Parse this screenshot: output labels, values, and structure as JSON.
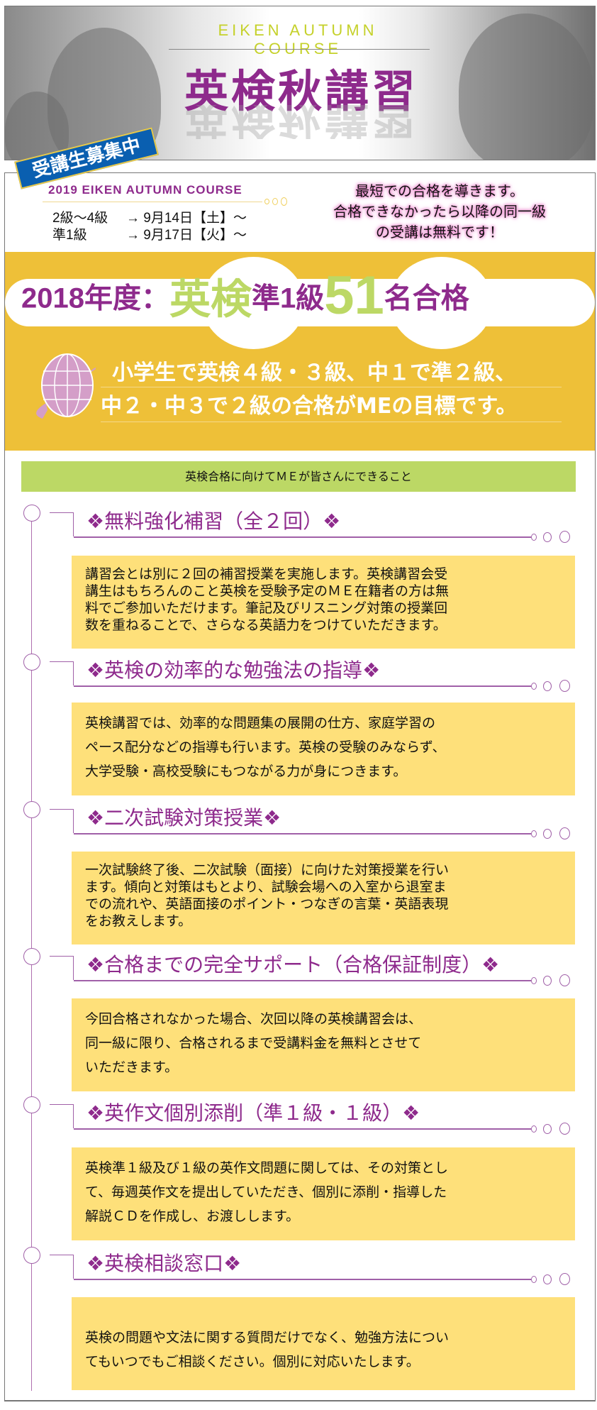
{
  "hero": {
    "subtitle": "EIKEN AUTUMN COURSE",
    "title": "英検秋講習",
    "badge": "受講生募集中"
  },
  "course": {
    "label": "2019 EIKEN AUTUMN COURSE",
    "dates": [
      {
        "grade": "2級～4級",
        "date": "→ 9月14日【土】～"
      },
      {
        "grade": "準1級",
        "date": "→ 9月17日【火】～"
      }
    ]
  },
  "promo": {
    "lines": [
      "最短での合格を導きます。",
      "合格できなかったら以降の同一級",
      "の受講は無料です！"
    ]
  },
  "headline": {
    "year": "2018年度：",
    "eiken": "英検",
    "grade": "準1級",
    "count": "51",
    "suffix": "名合格"
  },
  "goal": {
    "line1": "小学生で英検４級・３級、中１で準２級、",
    "line2": "中２・中３で２級の合格がMEの目標です。"
  },
  "banner": "英検合格に向けてＭＥが皆さんにできること",
  "sections": [
    {
      "title": "❖無料強化補習（全２回）❖",
      "body": [
        "講習会とは別に２回の補習授業を実施します。英検講習会受",
        "講生はもちろんのこと英検を受験予定のＭＥ在籍者の方は無",
        "料でご参加いただけます。筆記及びリスニング対策の授業回",
        "数を重ねることで、さらなる英語力をつけていただきます。"
      ]
    },
    {
      "title": "❖英検の効率的な勉強法の指導❖",
      "body": [
        "英検講習では、効率的な問題集の展開の仕方、家庭学習の",
        "ペース配分などの指導も行います。英検の受験のみならず、",
        "大学受験・高校受験にもつながる力が身につきます。"
      ]
    },
    {
      "title": "❖二次試験対策授業❖",
      "body": [
        "一次試験終了後、二次試験（面接）に向けた対策授業を行い",
        "ます。傾向と対策はもとより、試験会場への入室から退室ま",
        "での流れや、英語面接のポイント・つなぎの言葉・英語表現",
        "をお教えします。"
      ]
    },
    {
      "title": "❖合格までの完全サポート（合格保証制度）❖",
      "body": [
        "今回合格されなかった場合、次回以降の英検講習会は、",
        "同一級に限り、合格されるまで受講料金を無料とさせて",
        "いただきます。"
      ]
    },
    {
      "title": "❖英作文個別添削（準１級・１級）❖",
      "body": [
        "英検準１級及び１級の英作文問題に関しては、その対策とし",
        "て、毎週英作文を提出していただき、個別に添削・指導した",
        "解説ＣＤを作成し、お渡しします。"
      ]
    },
    {
      "title": "❖英検相談窓口❖",
      "body": [
        "英検の問題や文法に関する質問だけでなく、勉強方法につい",
        "てもいつでもご相談ください。個別に対応いたします。"
      ]
    }
  ],
  "colors": {
    "purple": "#8e2a8c",
    "green": "#bcd865",
    "yellow": "#eec038",
    "box": "#fee07a",
    "badge": "#0a5fb0"
  }
}
